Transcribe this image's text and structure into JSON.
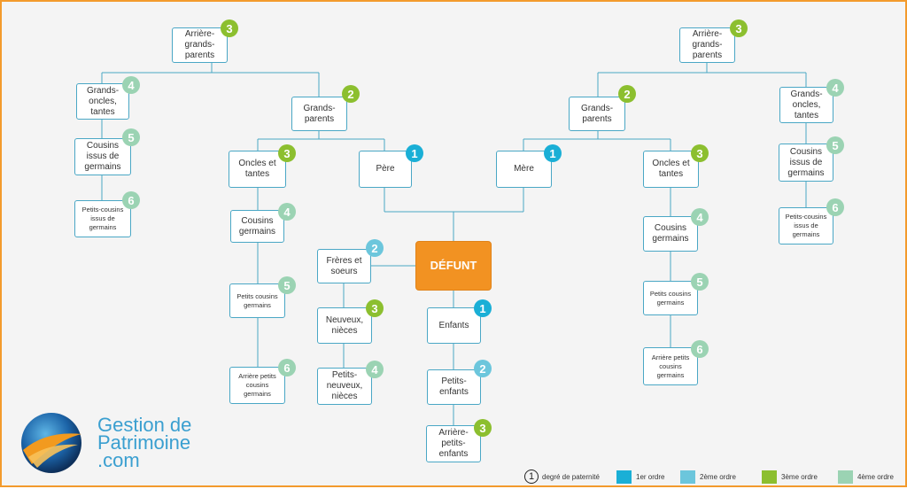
{
  "central": "DÉFUNT",
  "colors": {
    "degree1": "#1aafd6",
    "degree2": "#6cc6dc",
    "degree3": "#8cbf2f",
    "degree4": "#9bd3b3",
    "central": "#f29222",
    "border": "#4aa7c5"
  },
  "nodes": {
    "arriere_gp_left": {
      "label": "Arrière-grands-parents",
      "degree": "3"
    },
    "arriere_gp_right": {
      "label": "Arrière-grands-parents",
      "degree": "3"
    },
    "grands_oncles_left": {
      "label": "Grands-oncles, tantes",
      "degree": "4"
    },
    "grands_oncles_right": {
      "label": "Grands-oncles, tantes",
      "degree": "4"
    },
    "cousins_issus_left": {
      "label": "Cousins issus de germains",
      "degree": "5"
    },
    "cousins_issus_right": {
      "label": "Cousins issus de germains",
      "degree": "5"
    },
    "petits_cousins_issus_left": {
      "label": "Petits-cousins issus de germains",
      "degree": "6"
    },
    "petits_cousins_issus_right": {
      "label": "Petits-cousins issus de germains",
      "degree": "6"
    },
    "grands_parents_left": {
      "label": "Grands-parents",
      "degree": "2"
    },
    "grands_parents_right": {
      "label": "Grands-parents",
      "degree": "2"
    },
    "oncles_left": {
      "label": "Oncles et tantes",
      "degree": "3"
    },
    "oncles_right": {
      "label": "Oncles et tantes",
      "degree": "3"
    },
    "pere": {
      "label": "Père",
      "degree": "1"
    },
    "mere": {
      "label": "Mère",
      "degree": "1"
    },
    "cousins_left": {
      "label": "Cousins germains",
      "degree": "4"
    },
    "cousins_right": {
      "label": "Cousins germains",
      "degree": "4"
    },
    "petits_cousins_left": {
      "label": "Petits cousins germains",
      "degree": "5"
    },
    "petits_cousins_right": {
      "label": "Petits cousins germains",
      "degree": "5"
    },
    "arriere_petits_cousins_left": {
      "label": "Arrière petits cousins germains",
      "degree": "6"
    },
    "arriere_petits_cousins_right": {
      "label": "Arrière petits cousins germains",
      "degree": "6"
    },
    "freres": {
      "label": "Frères et soeurs",
      "degree": "2"
    },
    "neveux": {
      "label": "Neuveux, nièces",
      "degree": "3"
    },
    "petits_neveux": {
      "label": "Petits-neuveux, nièces",
      "degree": "4"
    },
    "enfants": {
      "label": "Enfants",
      "degree": "1"
    },
    "petits_enfants": {
      "label": "Petits-enfants",
      "degree": "2"
    },
    "arriere_petits_enfants": {
      "label": "Arrière-petits-enfants",
      "degree": "3"
    }
  },
  "brand": {
    "line1": "Gestion de",
    "line2": "Patrimoine",
    "line3": ".com"
  },
  "legend": {
    "circle_number": "1",
    "degree_label": "degré de paternité",
    "items": [
      {
        "label": "1er ordre",
        "color": "#1aafd6"
      },
      {
        "label": "2ème ordre",
        "color": "#6cc6dc"
      },
      {
        "label": "3ème ordre",
        "color": "#8cbf2f"
      },
      {
        "label": "4ème ordre",
        "color": "#9bd3b3"
      }
    ]
  }
}
